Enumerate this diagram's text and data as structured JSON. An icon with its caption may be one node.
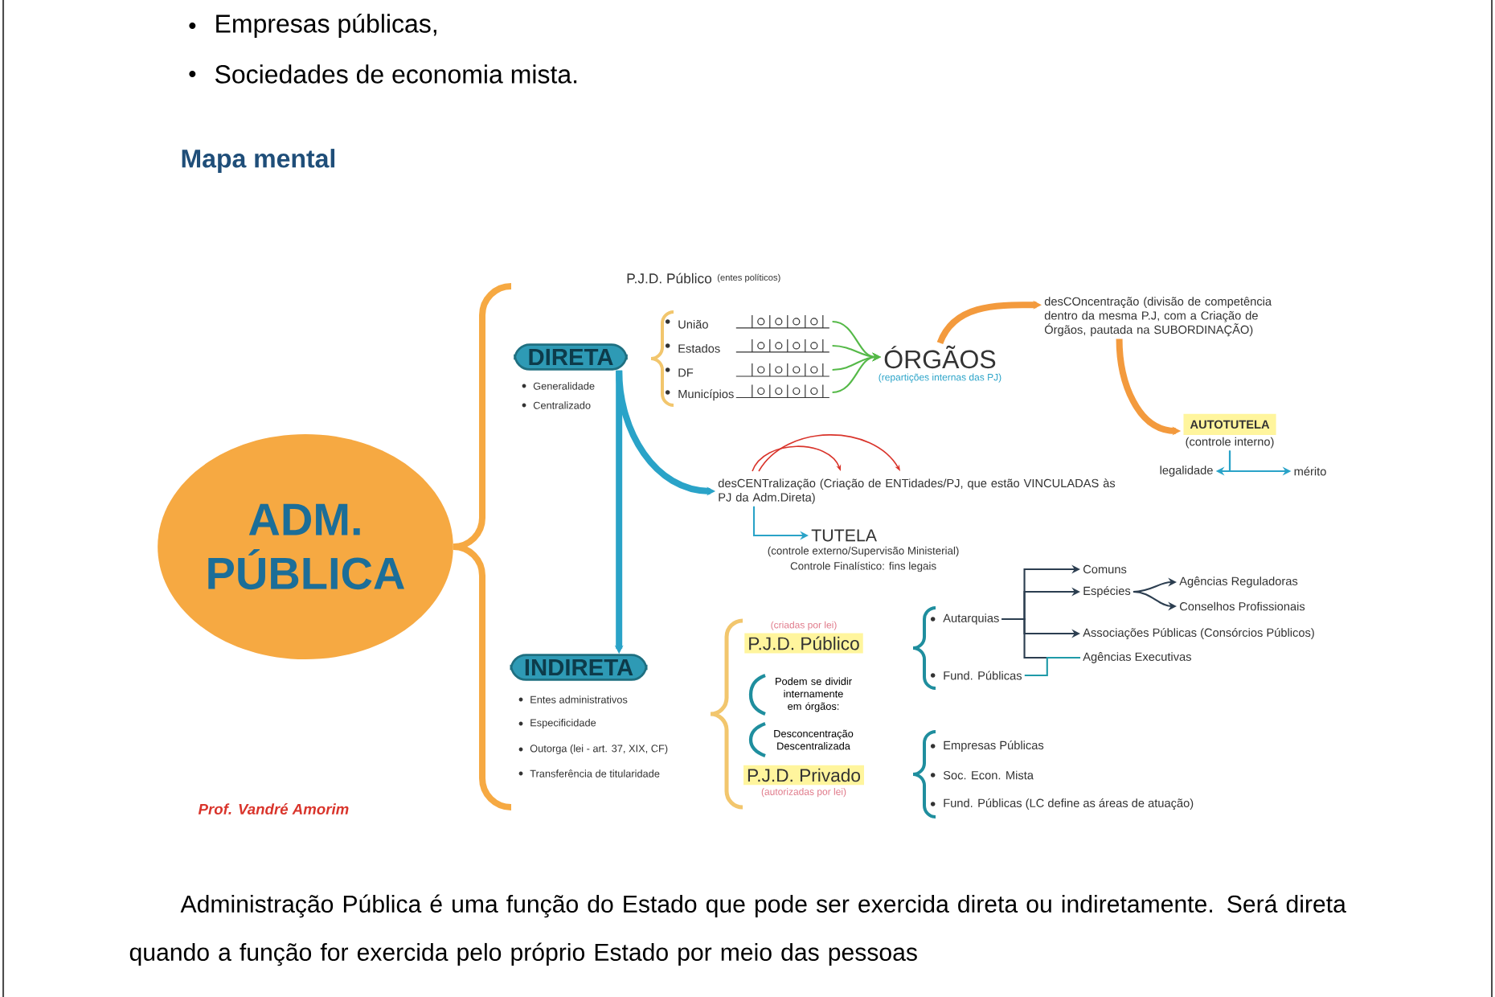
{
  "diagram": {
    "title": "Mapa mental",
    "nodes": [
      {
        "text": [
          "ADM. PÚBLICA"
        ]
      },
      {
        "text": [
          "DIRETA"
        ],
        "beside": [
          "Generalidade",
          "Centralizado"
        ]
      },
      {
        "text": [
          "P.J.D. Público"
        ],
        "beside": [
          "(entes políticos)"
        ]
      },
      {
        "text": [
          "União"
        ]
      },
      {
        "text": [
          "Estados"
        ]
      },
      {
        "text": [
          "DF"
        ]
      },
      {
        "text": [
          "Municípios"
        ]
      },
      {
        "text": [
          "ÓRGÃOS"
        ],
        "beside": [
          "(repartições internas das PJ)"
        ]
      },
      {
        "text": [
          "desCOncentração (divisão de competência dentro da mesma P.J, com a Criação de Órgãos, pautada na SUBORDINAÇÃO)"
        ]
      },
      {
        "text": [
          "AUTOTUTELA",
          "(controle interno)"
        ]
      },
      {
        "text": [
          "legalidade"
        ]
      },
      {
        "text": [
          "mérito"
        ]
      },
      {
        "text": [
          "desCENTralização (Criação de ENTidades/PJ, que estão VINCULADAS às PJ da Adm.Direta)"
        ]
      },
      {
        "text": [
          "TUTELA"
        ],
        "beside": [
          "(controle externo/Supervisão Ministerial)",
          "Controle Finalístico: fins legais"
        ]
      },
      {
        "text": [
          "INDIRETA"
        ],
        "beside": [
          "Entes administrativos",
          "Especificidade",
          "Outorga (lei - art. 37, XIX, CF)",
          "Transferência de titularidade"
        ]
      },
      {
        "text": [
          "P.J.D. Público"
        ],
        "beside": [
          "(criadas por lei)"
        ]
      },
      {
        "text": [
          "P.J.D. Privado"
        ],
        "beside": [
          "(autorizadas por lei)"
        ]
      },
      {
        "text": [
          "Autarquias"
        ]
      },
      {
        "text": [
          "Fund. Públicas"
        ]
      },
      {
        "text": [
          "Comuns"
        ]
      },
      {
        "text": [
          "Espécies"
        ]
      },
      {
        "text": [
          "Agências Reguladoras"
        ]
      },
      {
        "text": [
          "Conselhos Profissionais"
        ]
      },
      {
        "text": [
          "Associações Públicas (Consórcios Públicos)"
        ]
      },
      {
        "text": [
          "Agências Executivas"
        ]
      },
      {
        "text": [
          "Empresas Públicas"
        ]
      },
      {
        "text": [
          "Soc. Econ. Mista"
        ]
      },
      {
        "text": [
          "Fund. Públicas (LC define as áreas de atuação)"
        ]
      }
    ],
    "edges": [
      {
        "from": 7,
        "to": 8,
        "arrow": "to",
        "style": "thick",
        "color": "#f39a3d"
      },
      {
        "from": 3,
        "to": 7,
        "arrow": "to",
        "color": "#55b948"
      },
      {
        "from": 4,
        "to": 7,
        "arrow": "to",
        "color": "#55b948"
      },
      {
        "from": 5,
        "to": 7,
        "arrow": "to",
        "color": "#55b948"
      },
      {
        "from": 6,
        "to": 7,
        "arrow": "to",
        "color": "#55b948"
      },
      {
        "from": 8,
        "to": 9,
        "arrow": "to",
        "style": "thick",
        "color": "#f39a3d"
      },
      {
        "from": 9,
        "to": 10,
        "arrow": "to",
        "color": "#2aa3c8"
      },
      {
        "from": 9,
        "to": 11,
        "arrow": "to",
        "color": "#2aa3c8"
      },
      {
        "from": 1,
        "to": 14,
        "arrow": "to",
        "style": "thick",
        "color": "#2aa3c8"
      },
      {
        "from": 1,
        "to": 12,
        "arrow": "to",
        "style": "thick",
        "color": "#2aa3c8"
      },
      {
        "from": 12,
        "to": 13,
        "arrow": "to",
        "color": "#2aa3c8"
      },
      {
        "from": 17,
        "to": 19,
        "arrow": "to",
        "color": "#2c3e50"
      },
      {
        "from": 17,
        "to": 20,
        "arrow": "to",
        "color": "#2c3e50"
      },
      {
        "from": 17,
        "to": 23,
        "arrow": "to",
        "color": "#2c3e50"
      },
      {
        "from": 17,
        "to": 24,
        "arrow": "none",
        "color": "#2c3e50"
      },
      {
        "from": 20,
        "to": 21,
        "arrow": "to",
        "color": "#2c3e50"
      },
      {
        "from": 20,
        "to": 22,
        "arrow": "to",
        "color": "#2c3e50"
      },
      {
        "from": 18,
        "to": 24,
        "arrow": "none",
        "color": "#1f9aa8"
      }
    ],
    "labels": [
      "Empresas públicas,",
      "Sociedades de economia mista.",
      "Podem se dividir internamente em órgãos:",
      "Desconcentração Descentralizada",
      "Prof. Vandré Amorim",
      "Administração Pública é uma função do Estado que pode ser exercida direta ou indiretamente. Será direta quando a função for exercida pelo próprio Estado por meio das pessoas"
    ]
  }
}
